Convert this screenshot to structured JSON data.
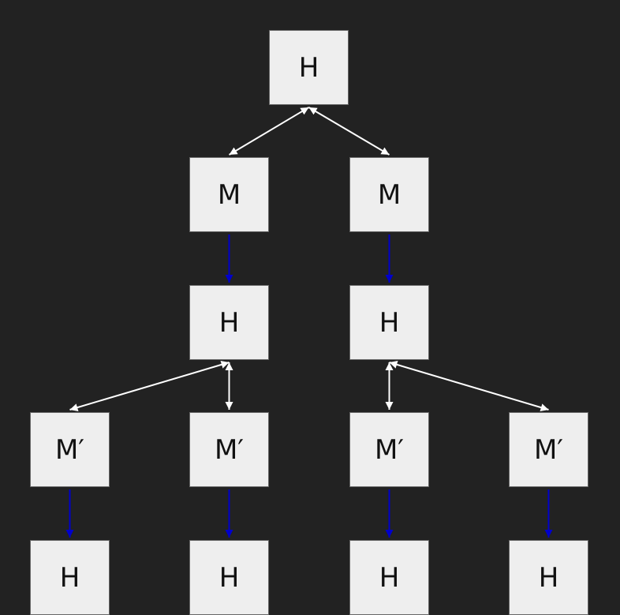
{
  "colors": {
    "background": "#222222",
    "node_fill": "#eeeeee",
    "node_border": "#666666",
    "text": "#111111",
    "bidirectional_edge": "#ffffff",
    "directed_edge": "#0000cc"
  },
  "nodes": {
    "root": "H",
    "m_left": "M",
    "m_right": "M",
    "h_left": "H",
    "h_right": "H",
    "mp_1": "M′",
    "mp_2": "M′",
    "mp_3": "M′",
    "mp_4": "M′",
    "h_bottom_1": "H",
    "h_bottom_2": "H",
    "h_bottom_3": "H",
    "h_bottom_4": "H"
  },
  "edges": [
    {
      "from": "root",
      "to": "m_left",
      "kind": "bidirectional"
    },
    {
      "from": "root",
      "to": "m_right",
      "kind": "bidirectional"
    },
    {
      "from": "m_left",
      "to": "h_left",
      "kind": "directed"
    },
    {
      "from": "m_right",
      "to": "h_right",
      "kind": "directed"
    },
    {
      "from": "h_left",
      "to": "mp_1",
      "kind": "bidirectional"
    },
    {
      "from": "h_left",
      "to": "mp_2",
      "kind": "bidirectional"
    },
    {
      "from": "h_right",
      "to": "mp_3",
      "kind": "bidirectional"
    },
    {
      "from": "h_right",
      "to": "mp_4",
      "kind": "bidirectional"
    },
    {
      "from": "mp_1",
      "to": "h_bottom_1",
      "kind": "directed"
    },
    {
      "from": "mp_2",
      "to": "h_bottom_2",
      "kind": "directed"
    },
    {
      "from": "mp_3",
      "to": "h_bottom_3",
      "kind": "directed"
    },
    {
      "from": "mp_4",
      "to": "h_bottom_4",
      "kind": "directed"
    }
  ]
}
